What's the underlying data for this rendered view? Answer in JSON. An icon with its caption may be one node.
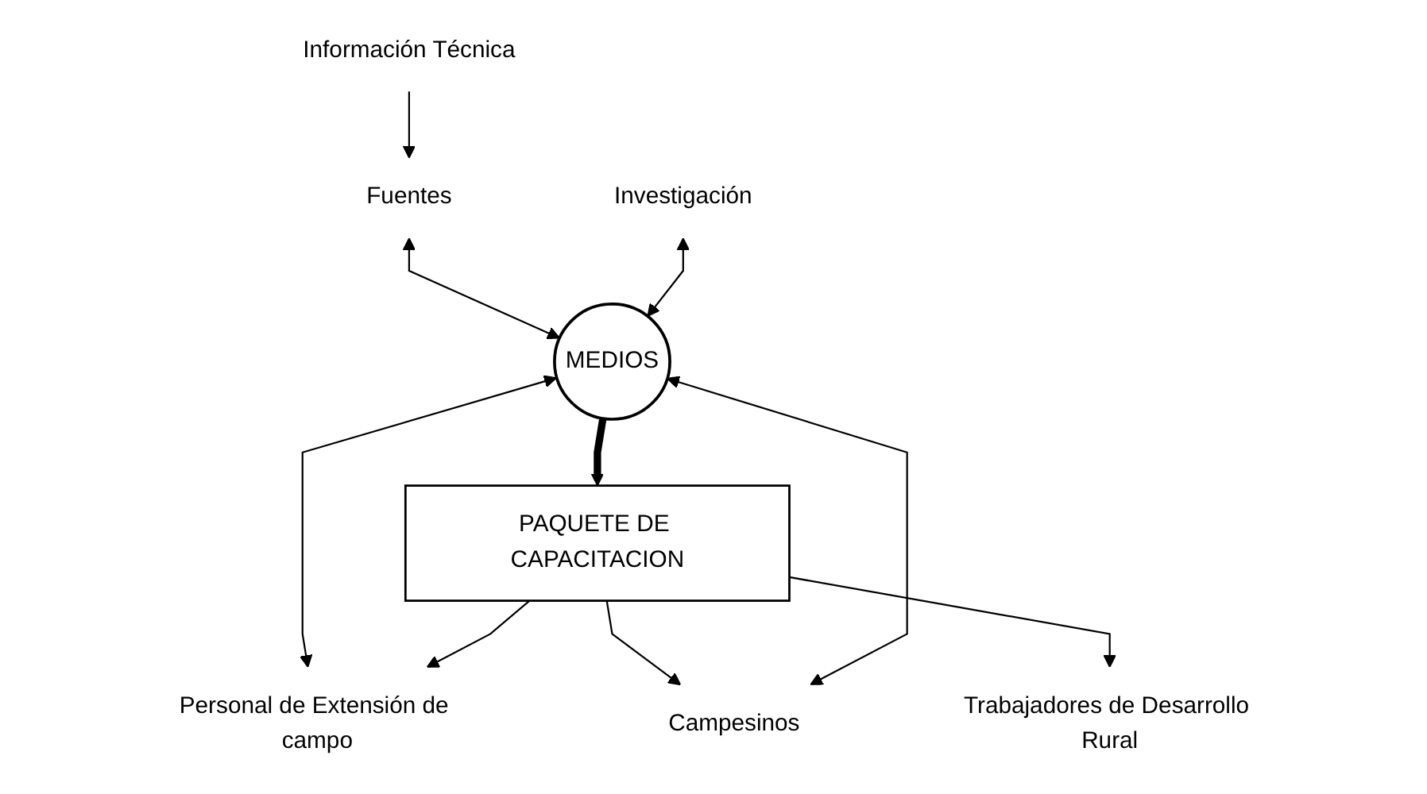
{
  "diagram": {
    "nodes": [
      {
        "text": [
          "Información Técnica"
        ]
      },
      {
        "text": [
          "Fuentes"
        ]
      },
      {
        "text": [
          "MEDIOS"
        ]
      },
      {
        "text": [
          "Investigación"
        ]
      },
      {
        "text": [
          "Personal de Extensión de campo"
        ]
      },
      {
        "text": [
          "PAQUETE DE CAPACITACION"
        ]
      },
      {
        "text": [
          "Campesinos"
        ]
      },
      {
        "text": [
          "Trabajadores de Desarrollo Rural"
        ]
      }
    ],
    "edges": [
      {
        "from": 0,
        "to": 1,
        "arrow": "to"
      },
      {
        "from": 1,
        "to": 2,
        "arrow": "both"
      },
      {
        "from": 3,
        "to": 2,
        "arrow": "both"
      },
      {
        "from": 2,
        "to": 4,
        "arrow": "both"
      },
      {
        "from": 2,
        "to": 5,
        "arrow": "to",
        "style": "thick"
      },
      {
        "from": 6,
        "to": 2,
        "arrow": "both"
      },
      {
        "from": 5,
        "to": 6,
        "arrow": "to"
      },
      {
        "from": 5,
        "to": 4,
        "arrow": "to"
      },
      {
        "from": 5,
        "to": 7,
        "arrow": "to"
      }
    ]
  }
}
